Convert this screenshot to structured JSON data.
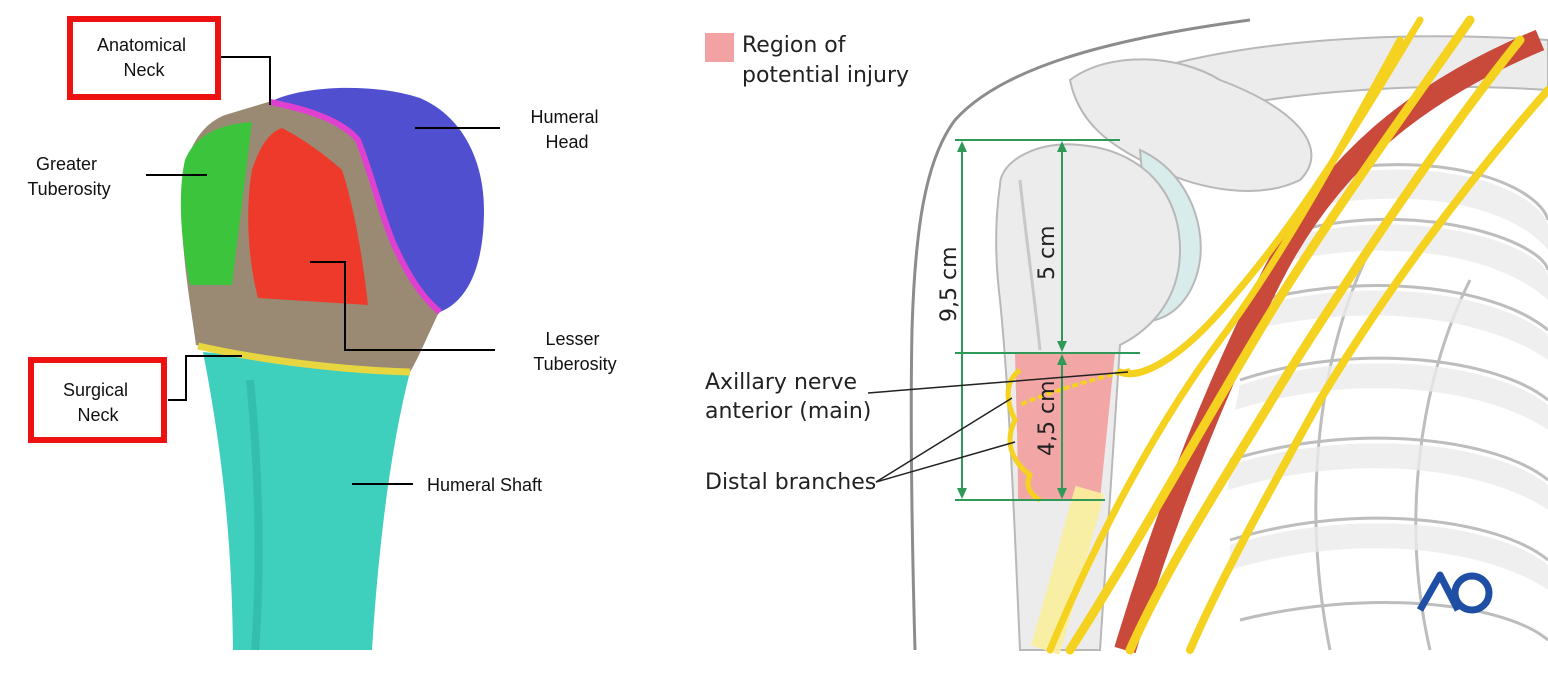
{
  "left": {
    "labels": {
      "anatomical_neck": [
        "Anatomical",
        "Neck"
      ],
      "greater_tuberosity": [
        "Greater",
        "Tuberosity"
      ],
      "surgical_neck": [
        "Surgical",
        "Neck"
      ],
      "humeral_head": [
        "Humeral",
        "Head"
      ],
      "lesser_tuberosity": [
        "Lesser",
        "Tuberosity"
      ],
      "humeral_shaft": "Humeral Shaft"
    },
    "colors": {
      "head": "#4f4fd0",
      "greater_tuberosity": "#3cc43c",
      "lesser_tuberosity": "#ee3a2a",
      "shaft": "#3ecfbd",
      "bone": "#9a8a73",
      "anatomical_neck_line": "#e040d0",
      "surgical_neck_line": "#e8d640",
      "highlight_box": "#ee1111"
    }
  },
  "right": {
    "legend": [
      "Region of",
      "potential injury"
    ],
    "dimensions": {
      "total": "9,5 cm",
      "upper": "5 cm",
      "lower": "4,5 cm"
    },
    "labels": {
      "axillary_nerve": [
        "Axillary nerve",
        "anterior (main)"
      ],
      "distal_branches": "Distal branches"
    },
    "logo": "AO",
    "colors": {
      "injury_region": "#f2a2a2",
      "dimension_line": "#2f9a57",
      "nerve": "#f4d21f",
      "artery": "#c9493b",
      "bone_fill": "#ececec",
      "bone_stroke": "#b8b8b8",
      "logo": "#1f4fa5"
    }
  }
}
